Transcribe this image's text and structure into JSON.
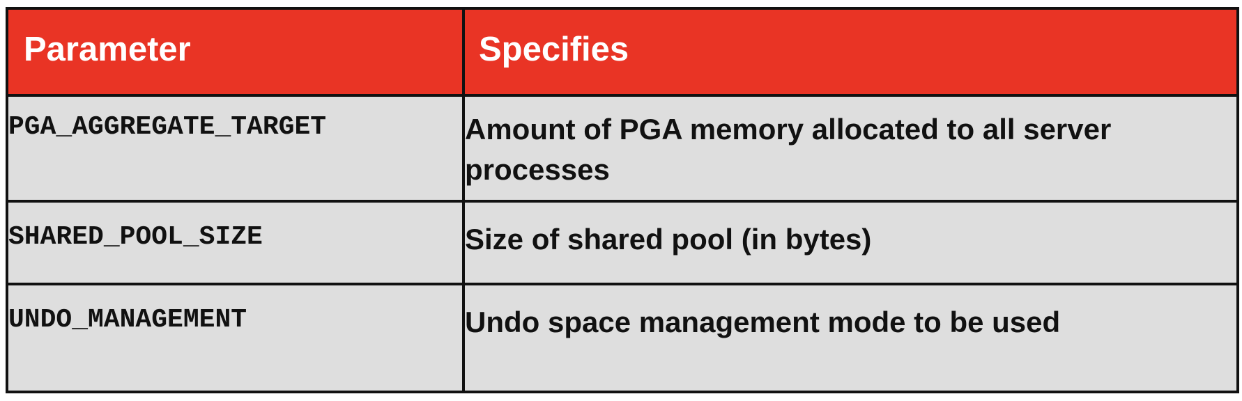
{
  "table": {
    "headers": {
      "parameter": "Parameter",
      "specifies": "Specifies"
    },
    "rows": [
      {
        "parameter": "PGA_AGGREGATE_TARGET",
        "specifies": "Amount of PGA memory allocated to all server processes"
      },
      {
        "parameter": "SHARED_POOL_SIZE",
        "specifies": "Size of shared pool (in bytes)"
      },
      {
        "parameter": "UNDO_MANAGEMENT",
        "specifies": "Undo space management mode to be used"
      }
    ]
  },
  "colors": {
    "header_background": "#e93425",
    "header_text": "#ffffff",
    "row_background": "#dedede",
    "border": "#111111"
  }
}
